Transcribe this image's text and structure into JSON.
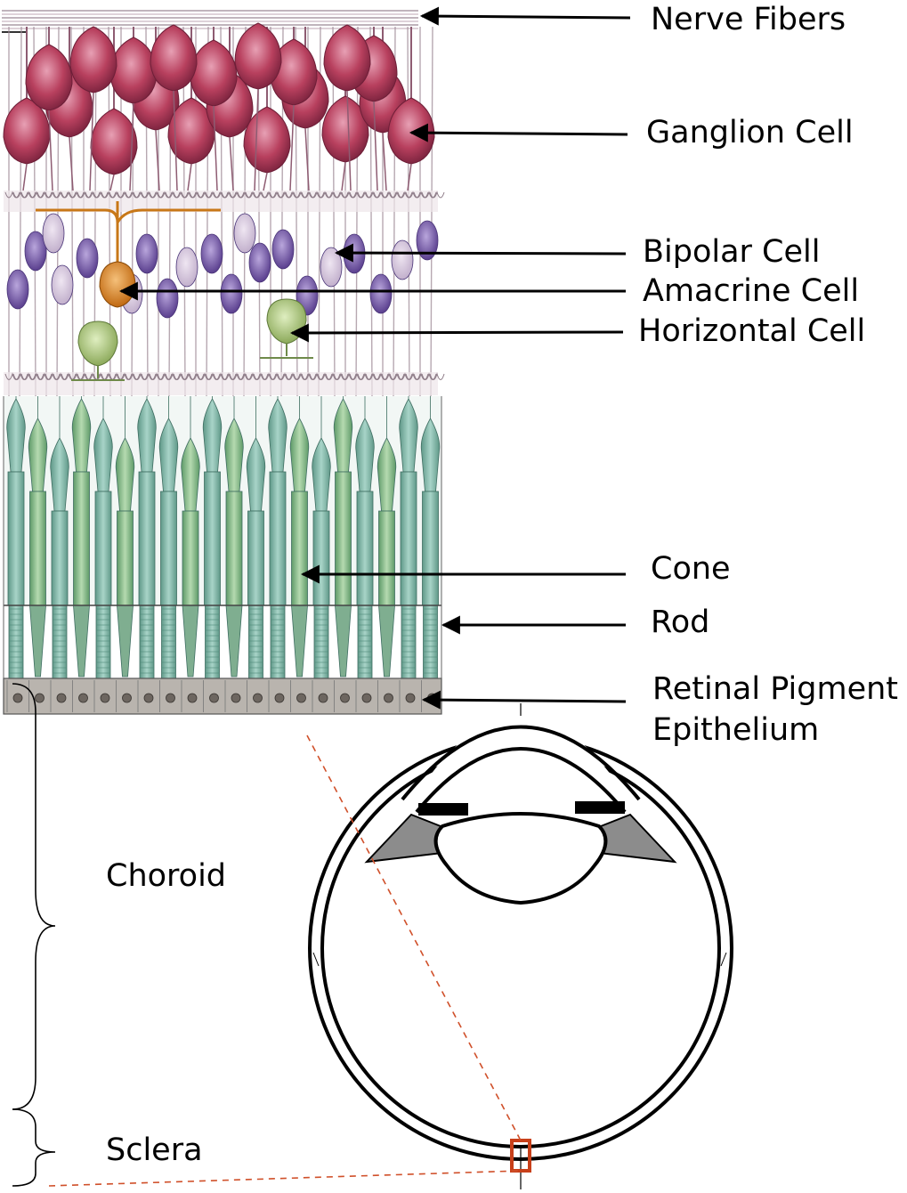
{
  "labels": {
    "nerve_fibers": "Nerve Fibers",
    "ganglion_cell": "Ganglion Cell",
    "bipolar_cell": "Bipolar Cell",
    "amacrine_cell": "Amacrine Cell",
    "horizontal_cell": "Horizontal Cell",
    "cone": "Cone",
    "rod": "Rod",
    "rpe_line1": "Retinal Pigment",
    "rpe_line2": "Epithelium",
    "choroid": "Choroid",
    "sclera": "Sclera"
  },
  "colors": {
    "text": "#000000",
    "ganglion": "#b8405e",
    "bipolar": "#6a4fa0",
    "amacrine": "#d07a20",
    "horizontal": "#9fbf6a",
    "photoreceptor": "#6fa898",
    "photoreceptor_alt": "#7fb07a",
    "rpe": "#b9b4ae",
    "fiber_lines": "#a08c98",
    "eye_outline": "#000000",
    "ciliary": "#8c8c8c",
    "zoom_dash": "#d0502a",
    "zoom_box": "#c8401a"
  }
}
